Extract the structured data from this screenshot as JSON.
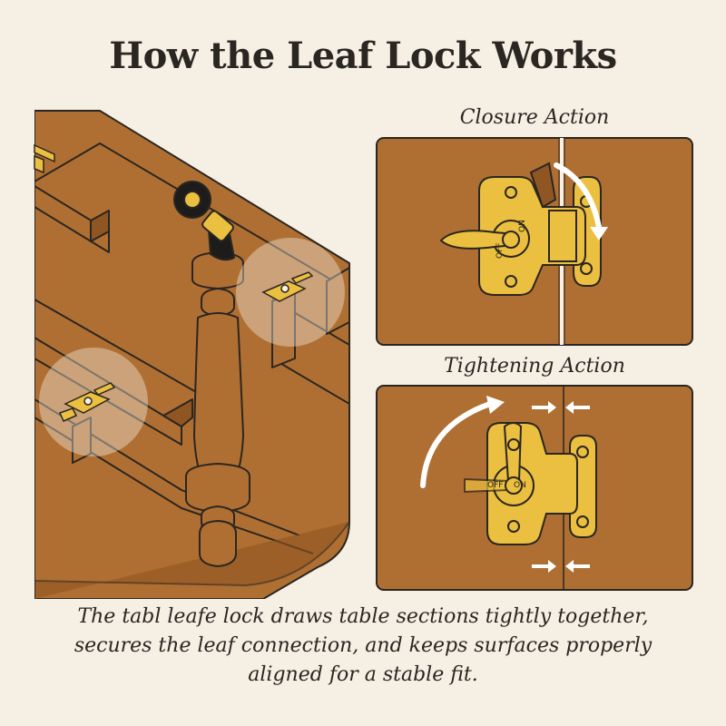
{
  "title": "How the Leaf Lock Works",
  "closure": {
    "label": "Closure Action",
    "off_text": "OFF",
    "on_text": "ON"
  },
  "tightening": {
    "label": "Tightening Action",
    "off_text": "OFF",
    "on_text": "ON"
  },
  "caption": "The tabl leafe lock draws table sections tightly together, secures the leaf connection, and keeps surfaces properly aligned for a stable fit.",
  "colors": {
    "background": "#f6efe4",
    "wood": "#b06f32",
    "wood_dark": "#8f5623",
    "brass": "#ebbf3f",
    "outline": "#2a2621",
    "arrow": "#ffffff"
  }
}
